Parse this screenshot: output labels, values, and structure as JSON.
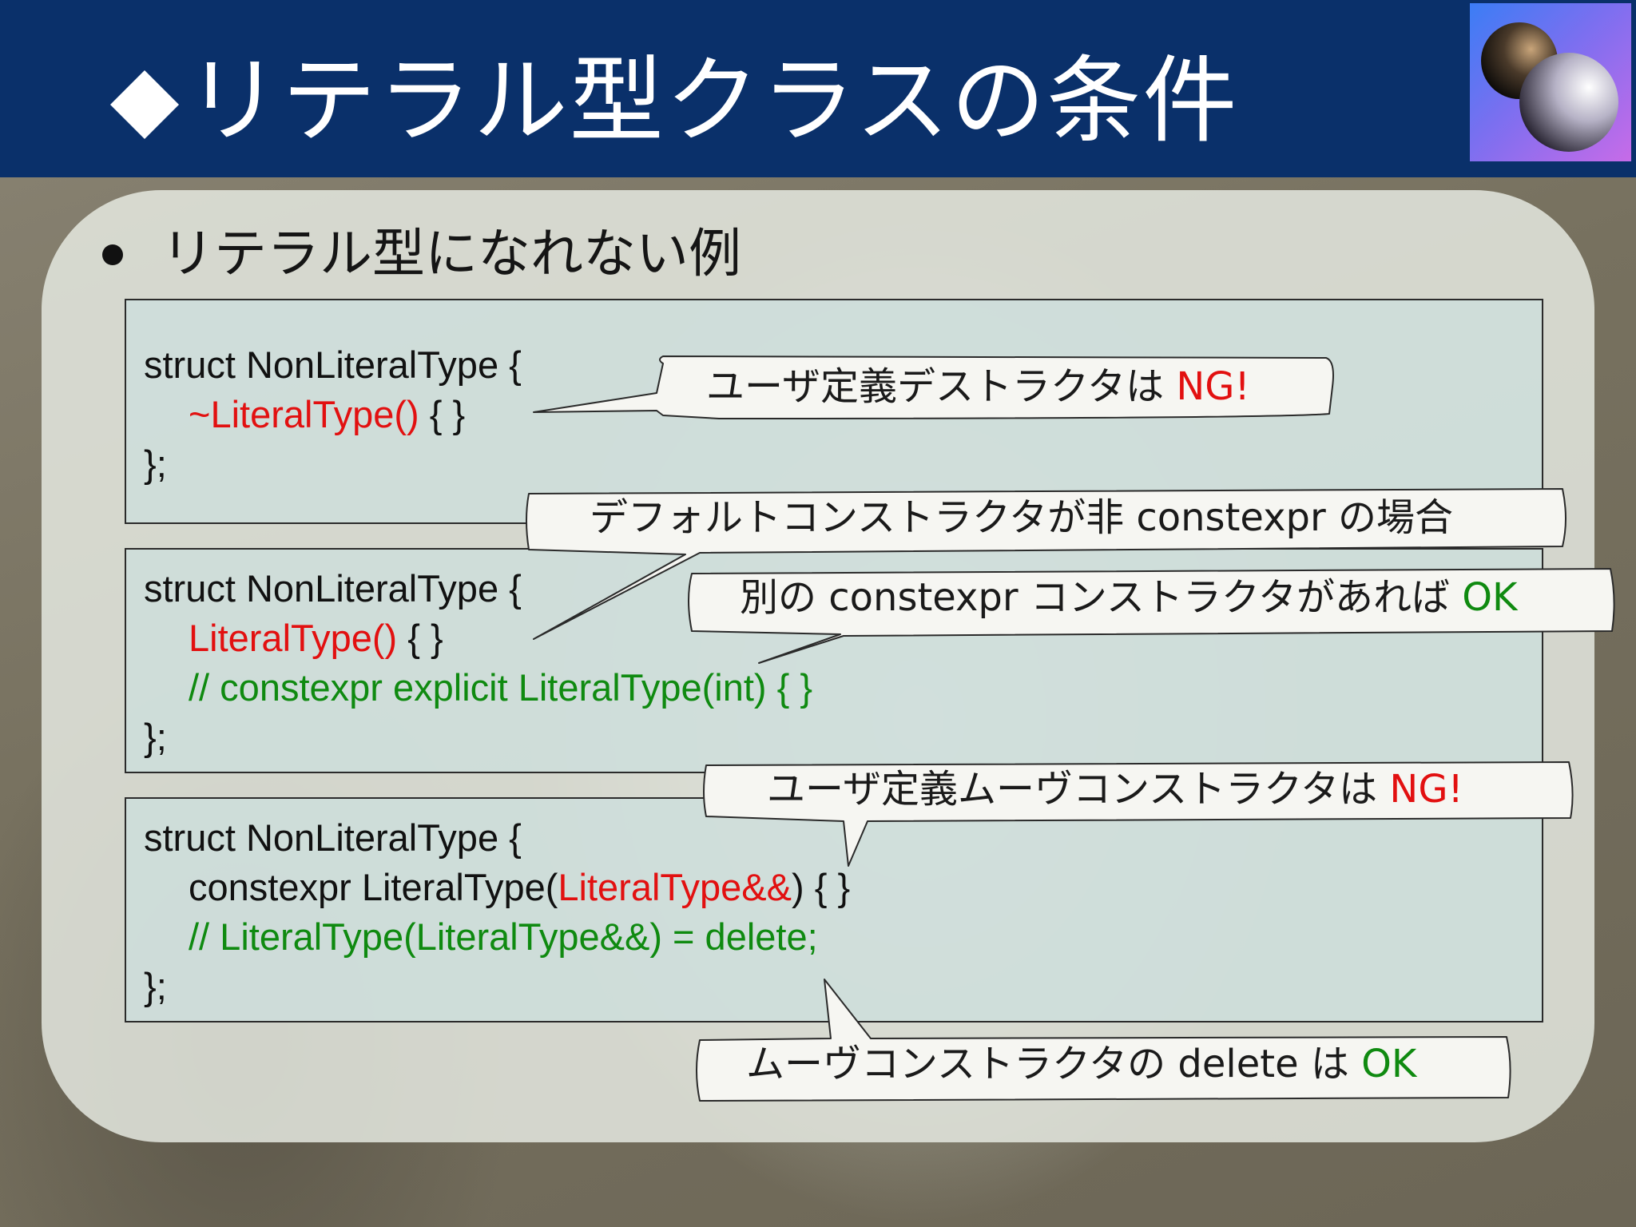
{
  "slide": {
    "title": "◆リテラル型クラスの条件",
    "bullet": "リテラル型になれない例"
  },
  "code_blocks": [
    {
      "lines": [
        {
          "parts": [
            {
              "text": "struct NonLiteralType {",
              "color": "default"
            }
          ]
        },
        {
          "indent": true,
          "parts": [
            {
              "text": "~LiteralType()",
              "color": "red"
            },
            {
              "text": " { }",
              "color": "default"
            }
          ]
        },
        {
          "parts": [
            {
              "text": "};",
              "color": "default"
            }
          ]
        }
      ]
    },
    {
      "lines": [
        {
          "parts": [
            {
              "text": "struct NonLiteralType {",
              "color": "default"
            }
          ]
        },
        {
          "indent": true,
          "parts": [
            {
              "text": "LiteralType()",
              "color": "red"
            },
            {
              "text": " { }",
              "color": "default"
            }
          ]
        },
        {
          "indent": true,
          "parts": [
            {
              "text": "// constexpr explicit LiteralType(int) { }",
              "color": "green"
            }
          ]
        },
        {
          "parts": [
            {
              "text": "};",
              "color": "default"
            }
          ]
        }
      ]
    },
    {
      "lines": [
        {
          "parts": [
            {
              "text": "struct NonLiteralType {",
              "color": "default"
            }
          ]
        },
        {
          "indent": true,
          "parts": [
            {
              "text": "constexpr LiteralType(",
              "color": "default"
            },
            {
              "text": "LiteralType&&",
              "color": "red"
            },
            {
              "text": ") { }",
              "color": "default"
            }
          ]
        },
        {
          "indent": true,
          "parts": [
            {
              "text": "// LiteralType(LiteralType&&) = delete;",
              "color": "green"
            }
          ]
        },
        {
          "parts": [
            {
              "text": "};",
              "color": "default"
            }
          ]
        }
      ]
    }
  ],
  "callouts": {
    "dtor": {
      "text": "ユーザ定義デストラクタは ",
      "status": "NG!"
    },
    "default_ctor": {
      "text": "デフォルトコンストラクタが非 constexpr の場合",
      "status": ""
    },
    "other_ctor": {
      "text": "別の constexpr コンストラクタがあれば ",
      "status": "OK"
    },
    "move_ctor": {
      "text": "ユーザ定義ムーヴコンストラクタは ",
      "status": "NG!"
    },
    "move_delete": {
      "text": "ムーヴコンストラクタの delete は ",
      "status": "OK"
    }
  },
  "colors": {
    "header": "#0a306a",
    "ng": "#e21010",
    "ok": "#0f8a10"
  }
}
